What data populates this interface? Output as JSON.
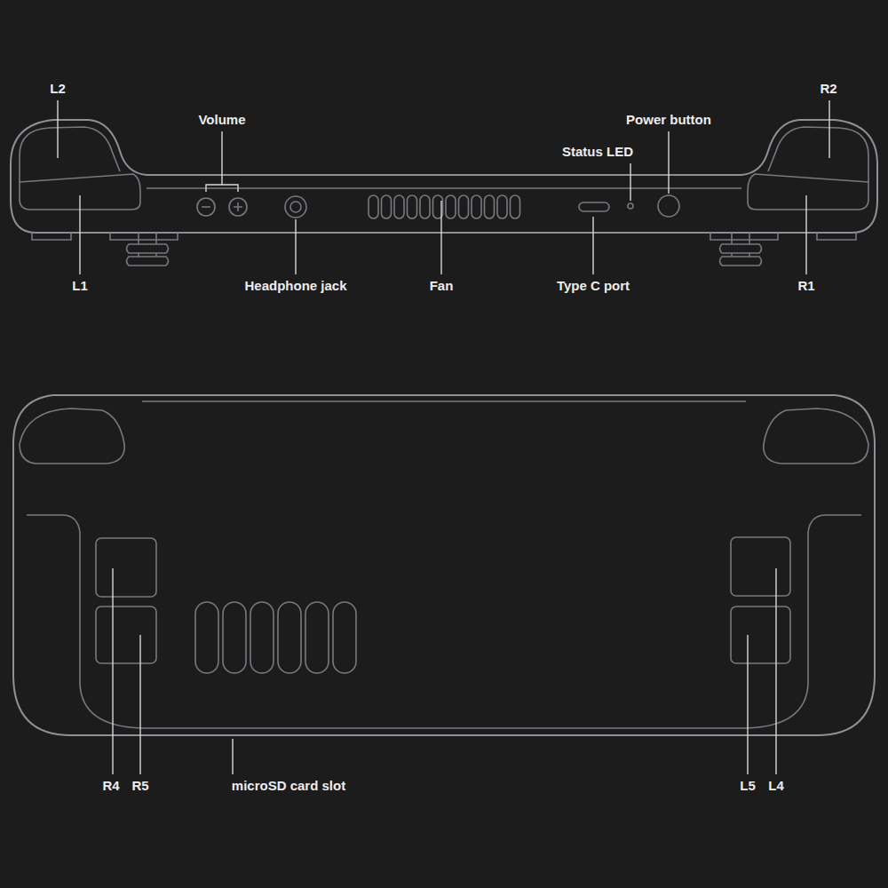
{
  "diagram": {
    "labels": [
      "L2",
      "Volume",
      "Power button",
      "R2",
      "Status LED",
      "L1",
      "Headphone jack",
      "Fan",
      "Type C port",
      "R1",
      "R4",
      "R5",
      "microSD card slot",
      "L5",
      "L4"
    ]
  }
}
